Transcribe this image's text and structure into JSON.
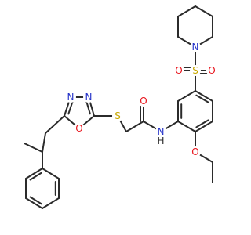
{
  "colors": {
    "bond": "#2b2b2b",
    "background": "#ffffff",
    "O": "#e8141c",
    "N": "#2230c8",
    "S": "#c8a800",
    "H": "#2b2b2b"
  },
  "atoms": [
    {
      "id": "a1",
      "element": "N",
      "label": "N"
    },
    {
      "id": "a2",
      "element": "S",
      "label": "S"
    },
    {
      "id": "a3",
      "element": "O",
      "label": "O"
    },
    {
      "id": "a4",
      "element": "O",
      "label": "O"
    },
    {
      "id": "a5",
      "element": "O",
      "label": "O"
    },
    {
      "id": "a6",
      "element": "N",
      "label": "N"
    },
    {
      "id": "a7",
      "element": "H",
      "label": "H"
    },
    {
      "id": "a8",
      "element": "S",
      "label": "S"
    },
    {
      "id": "a9",
      "element": "N",
      "label": "N"
    },
    {
      "id": "a10",
      "element": "N",
      "label": "N"
    },
    {
      "id": "a11",
      "element": "O",
      "label": "O"
    },
    {
      "id": "a12",
      "element": "O",
      "label": "O"
    }
  ]
}
